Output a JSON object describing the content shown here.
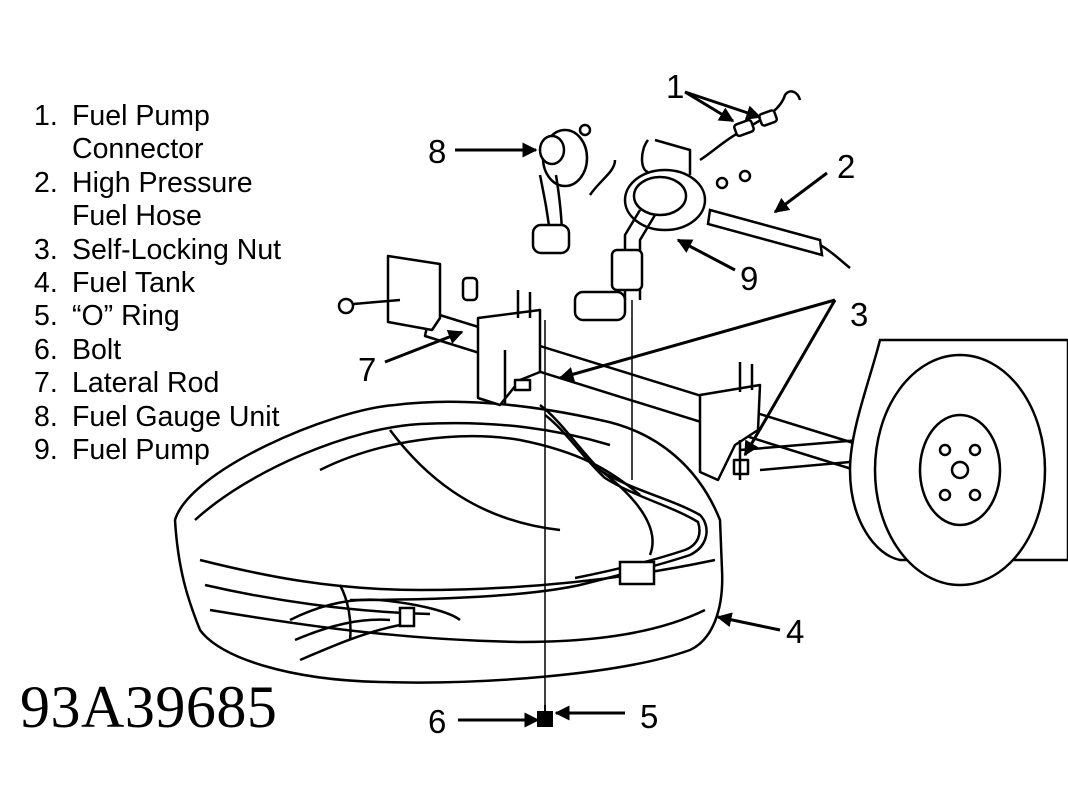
{
  "legend": [
    {
      "num": "1.",
      "lines": [
        "Fuel Pump",
        "Connector"
      ]
    },
    {
      "num": "2.",
      "lines": [
        "High Pressure",
        "Fuel Hose"
      ]
    },
    {
      "num": "3.",
      "lines": [
        "Self-Locking Nut"
      ]
    },
    {
      "num": "4.",
      "lines": [
        "Fuel Tank"
      ]
    },
    {
      "num": "5.",
      "lines": [
        "“O” Ring"
      ]
    },
    {
      "num": "6.",
      "lines": [
        "Bolt"
      ]
    },
    {
      "num": "7.",
      "lines": [
        "Lateral Rod"
      ]
    },
    {
      "num": "8.",
      "lines": [
        "Fuel Gauge Unit"
      ]
    },
    {
      "num": "9.",
      "lines": [
        "Fuel Pump"
      ]
    }
  ],
  "callouts": [
    "1",
    "2",
    "3",
    "4",
    "5",
    "6",
    "7",
    "8",
    "9"
  ],
  "figure_code": "93A39685",
  "line_color": "#000000",
  "background": "#ffffff"
}
